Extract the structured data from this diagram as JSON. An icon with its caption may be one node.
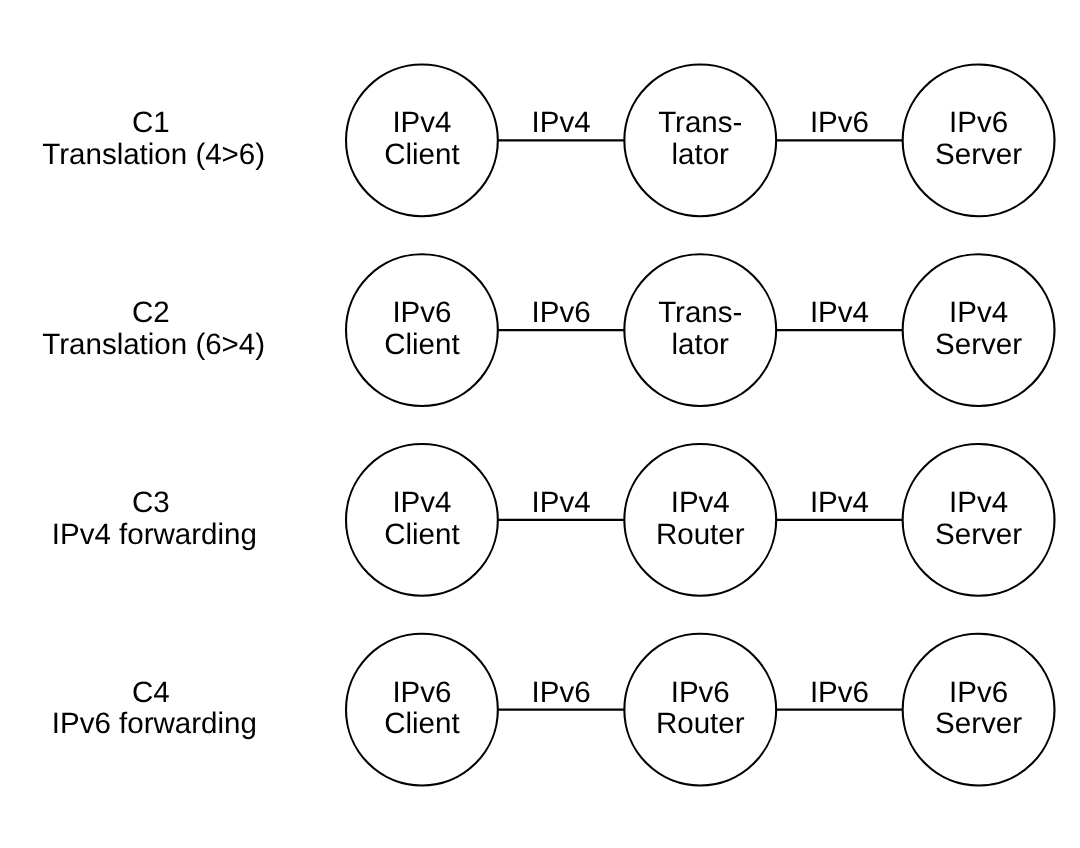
{
  "diagram": {
    "nodes": [
      {
        "text": [
          "IPv4 Client"
        ]
      },
      {
        "text": [
          "Trans-lator"
        ]
      },
      {
        "text": [
          "IPv6 Server"
        ]
      },
      {
        "text": [
          "IPv6 Client"
        ]
      },
      {
        "text": [
          "Trans-lator"
        ]
      },
      {
        "text": [
          "IPv4 Server"
        ]
      },
      {
        "text": [
          "IPv4 Client"
        ]
      },
      {
        "text": [
          "IPv4 Router"
        ]
      },
      {
        "text": [
          "IPv4 Server"
        ]
      },
      {
        "text": [
          "IPv6 Client"
        ]
      },
      {
        "text": [
          "IPv6 Router"
        ]
      },
      {
        "text": [
          "IPv6 Server"
        ]
      }
    ],
    "edges": [
      {
        "from": 0,
        "to": 1,
        "arrow": "none",
        "label": "IPv4"
      },
      {
        "from": 1,
        "to": 2,
        "arrow": "none",
        "label": "IPv6"
      },
      {
        "from": 3,
        "to": 4,
        "arrow": "none",
        "label": "IPv6"
      },
      {
        "from": 4,
        "to": 5,
        "arrow": "none",
        "label": "IPv4"
      },
      {
        "from": 6,
        "to": 7,
        "arrow": "none",
        "label": "IPv4"
      },
      {
        "from": 7,
        "to": 8,
        "arrow": "none",
        "label": "IPv4"
      },
      {
        "from": 9,
        "to": 10,
        "arrow": "none",
        "label": "IPv6"
      },
      {
        "from": 10,
        "to": 11,
        "arrow": "none",
        "label": "IPv6"
      }
    ],
    "labels": [
      "C1",
      "Translation (4>6)",
      "C2",
      "Translation (6>4)",
      "C3",
      "IPv4 forwarding",
      "C4",
      "IPv6 forwarding"
    ]
  }
}
